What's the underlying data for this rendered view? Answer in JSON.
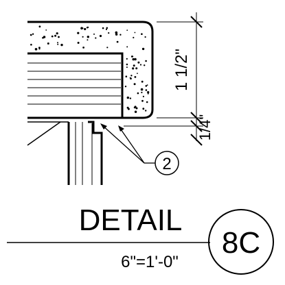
{
  "drawing": {
    "dimensions": {
      "vertical_main": "1 1/2\"",
      "vertical_small": "1/4\""
    },
    "callout": {
      "number": "2"
    },
    "title": {
      "label": "DETAIL",
      "scale": "6\"=1'-0\"",
      "detail_id": "8C"
    },
    "colors": {
      "line": "#000000",
      "background": "#ffffff"
    }
  }
}
